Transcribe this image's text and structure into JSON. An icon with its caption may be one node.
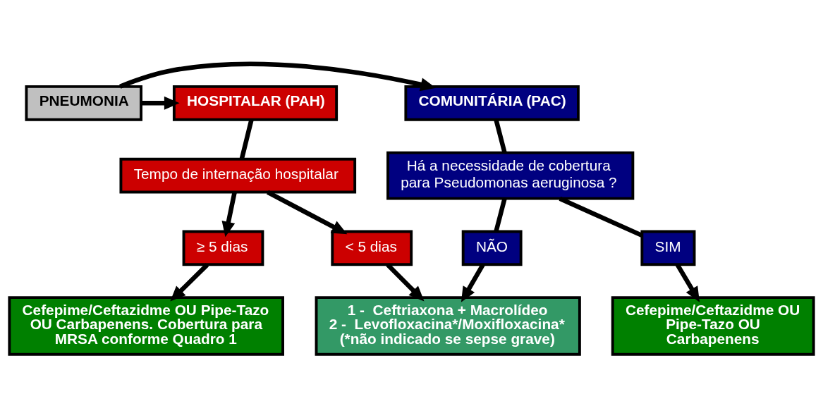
{
  "diagram": {
    "nodes": [
      {
        "text": [
          "PNEUMONIA"
        ]
      },
      {
        "text": [
          "COMUNITÁRIA (PAC)"
        ]
      },
      {
        "text": [
          "HOSPITALAR (PAH)"
        ]
      },
      {
        "text": [
          "Há a necessidade de cobertura para Pseudomonas aeruginosa ?"
        ]
      },
      {
        "text": [
          "SIM"
        ]
      },
      {
        "text": [
          "NÃO"
        ]
      },
      {
        "text": [
          "1 -  Ceftriaxona + Macrolídeo",
          "2 -  Levofloxacina*/Moxifloxacina*",
          "(*não indicado se sepse grave)"
        ]
      },
      {
        "text": [
          "Cefepime/Ceftazidme OU Pipe-Tazo OU Carbapenens"
        ]
      },
      {
        "text": [
          "Tempo de internação hospitalar"
        ]
      },
      {
        "text": [
          "< 5 dias"
        ]
      },
      {
        "text": [
          "≥ 5 dias"
        ]
      },
      {
        "text": [
          "Cefepime/Ceftazidme OU Pipe-Tazo OU Carbapenens. Cobertura para MRSA conforme Quadro 1"
        ]
      }
    ],
    "edges": [
      {
        "from": 0,
        "to": 1,
        "arrow": "to"
      },
      {
        "from": 0,
        "to": 2,
        "arrow": "to"
      },
      {
        "from": 1,
        "to": 3,
        "arrow": "none"
      },
      {
        "from": 3,
        "to": 4,
        "arrow": "none"
      },
      {
        "from": 3,
        "to": 5,
        "arrow": "none"
      },
      {
        "from": 5,
        "to": 6,
        "arrow": "to"
      },
      {
        "from": 4,
        "to": 7,
        "arrow": "to"
      },
      {
        "from": 2,
        "to": 8,
        "arrow": "none"
      },
      {
        "from": 8,
        "to": 9,
        "arrow": "to"
      },
      {
        "from": 8,
        "to": 10,
        "arrow": "to"
      },
      {
        "from": 9,
        "to": 6,
        "arrow": "to"
      },
      {
        "from": 10,
        "to": 11,
        "arrow": "to"
      }
    ]
  }
}
